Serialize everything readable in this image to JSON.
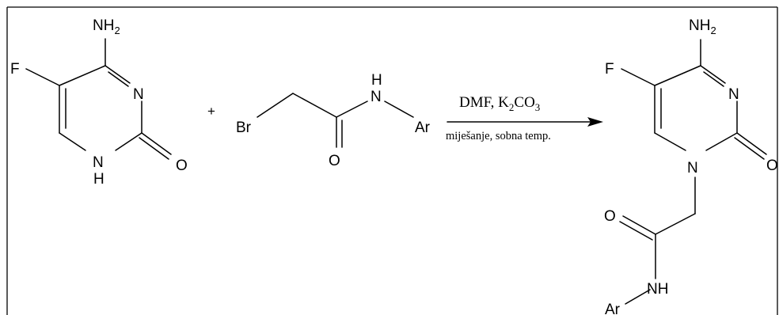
{
  "reactant1": {
    "amino_main": "NH",
    "amino_sub": "2",
    "fluorine": "F",
    "ring_n": "N",
    "nh_n": "N",
    "nh_h": "H",
    "carbonyl_o": "O"
  },
  "plus_sign": "+",
  "reactant2": {
    "bromine": "Br",
    "amide_h": "H",
    "amide_n": "N",
    "aryl": "Ar",
    "carbonyl_o": "O"
  },
  "reaction_arrow": {
    "reagent_a": "DMF, K",
    "reagent_a_sub": "2",
    "reagent_b": "CO",
    "reagent_b_sub": "3",
    "conditions": "miješanje, sobna temp."
  },
  "product": {
    "amino_main": "NH",
    "amino_sub": "2",
    "fluorine": "F",
    "ring_n": "N",
    "n1": "N",
    "carbonyl_o": "O",
    "amide_o": "O",
    "amide_nh": "NH",
    "aryl": "Ar"
  }
}
